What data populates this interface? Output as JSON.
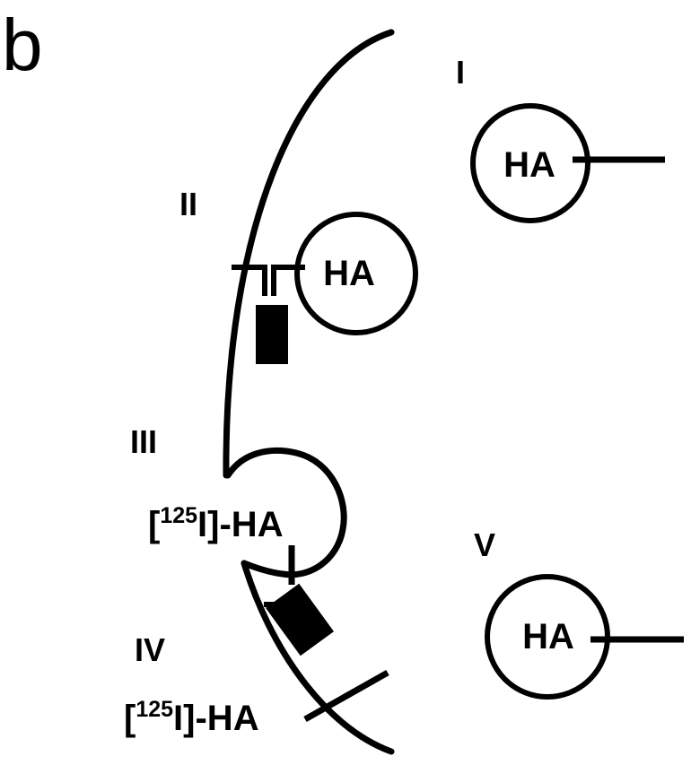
{
  "panel_label": "b",
  "steps": [
    {
      "numeral": "I",
      "label": "HA"
    },
    {
      "numeral": "II",
      "label": "HA"
    },
    {
      "numeral": "III",
      "label_prefix": "[",
      "label_sup": "125",
      "label_suffix": "I]-HA"
    },
    {
      "numeral": "IV",
      "label_prefix": "[",
      "label_sup": "125",
      "label_suffix": "I]-HA"
    },
    {
      "numeral": "V",
      "label": "HA"
    }
  ]
}
